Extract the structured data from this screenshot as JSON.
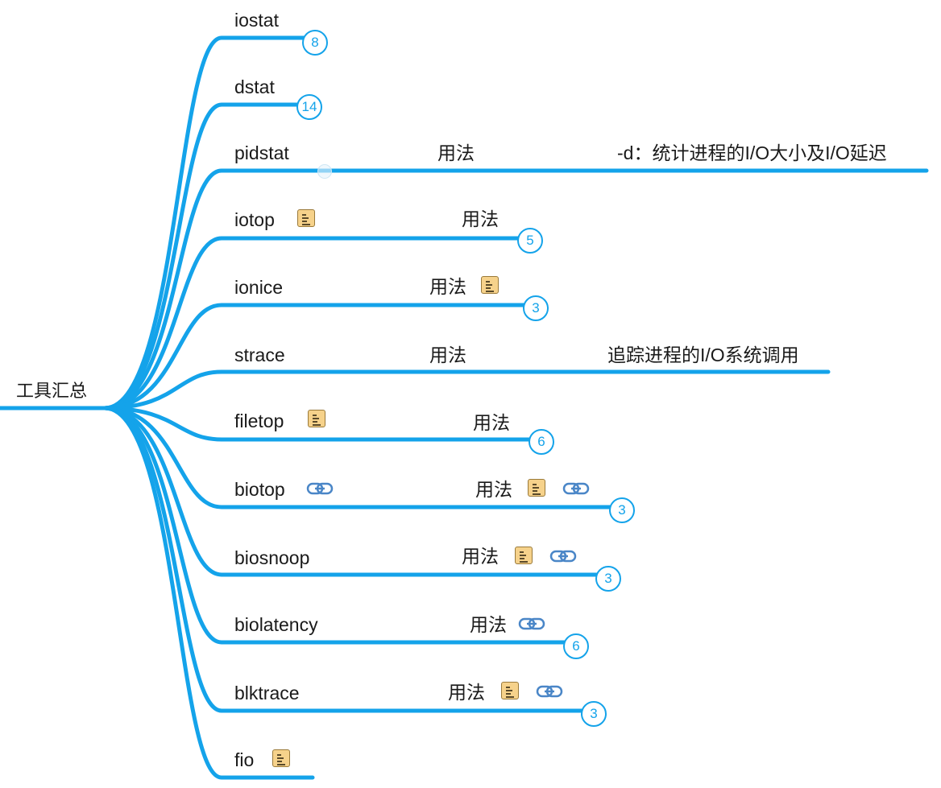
{
  "root": {
    "label": "工具汇总"
  },
  "tools": [
    {
      "name": "iostat",
      "badge": "8"
    },
    {
      "name": "dstat",
      "badge": "14"
    },
    {
      "name": "pidstat",
      "usage": "用法",
      "detail": "-d：统计进程的I/O大小及I/O延迟"
    },
    {
      "name": "iotop",
      "usage": "用法",
      "badge": "5"
    },
    {
      "name": "ionice",
      "usage": "用法",
      "badge": "3"
    },
    {
      "name": "strace",
      "usage": "用法",
      "detail": "追踪进程的I/O系统调用"
    },
    {
      "name": "filetop",
      "usage": "用法",
      "badge": "6"
    },
    {
      "name": "biotop",
      "usage": "用法",
      "badge": "3"
    },
    {
      "name": "biosnoop",
      "usage": "用法",
      "badge": "3"
    },
    {
      "name": "biolatency",
      "usage": "用法",
      "badge": "6"
    },
    {
      "name": "blktrace",
      "usage": "用法",
      "badge": "3"
    },
    {
      "name": "fio"
    }
  ],
  "icons": {
    "note": "note-icon",
    "link": "link-icon"
  },
  "colors": {
    "line": "#14a3ea",
    "note": "#f6d28b",
    "link": "#4a86c7"
  }
}
